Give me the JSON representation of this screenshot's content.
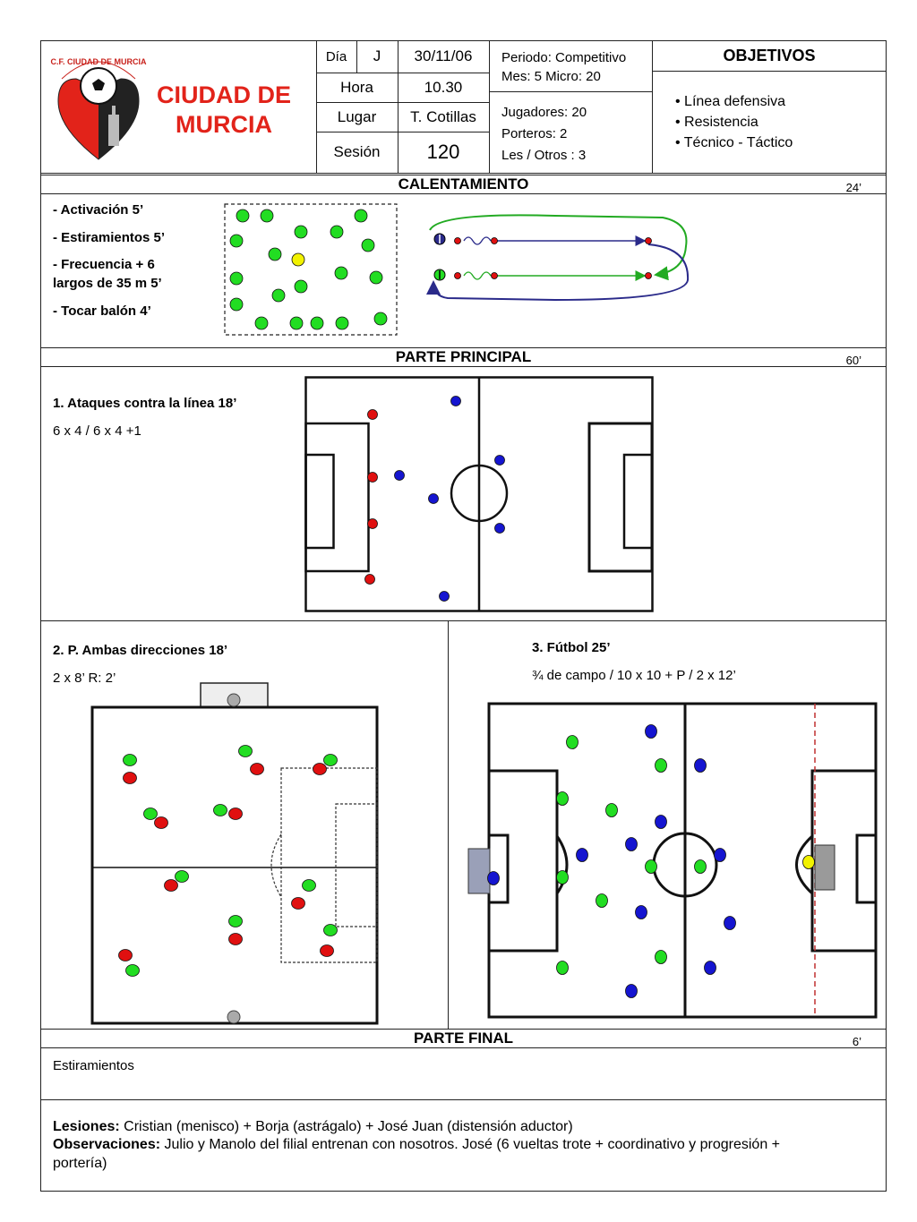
{
  "header": {
    "club_name_line1": "CIUDAD DE",
    "club_name_line2": "MURCIA",
    "crest_text": "C.F. CIUDAD DE MURCIA",
    "dia_label": "Día",
    "dia_value": "J",
    "date": "30/11/06",
    "hora_label": "Hora",
    "hora_value": "10.30",
    "lugar_label": "Lugar",
    "lugar_value": "T. Cotillas",
    "sesion_label": "Sesión",
    "sesion_value": "120",
    "periodo": "Periodo: Competitivo",
    "mes_micro": "Mes: 5 Micro: 20",
    "jugadores": "Jugadores:  20",
    "porteros": "Porteros: 2",
    "les_otros": "Les / Otros : 3",
    "objetivos_title": "OBJETIVOS",
    "objetivos": [
      "Línea defensiva",
      "Resistencia",
      "Técnico - Táctico"
    ]
  },
  "calentamiento": {
    "title": "CALENTAMIENTO",
    "time": "24’",
    "items": [
      "-  Activación  5’",
      "-  Estiramientos  5’",
      "-  Frecuencia + 6",
      "largos de 35 m  5’",
      "- Tocar balón 4’"
    ]
  },
  "principal": {
    "title": "PARTE PRINCIPAL",
    "time": "60’",
    "ex1_title": "1.  Ataques contra la línea 18’",
    "ex1_detail": "6 x 4 / 6 x 4 +1",
    "ex2_title": "2. P. Ambas direcciones 18’",
    "ex2_detail": "2 x 8’    R: 2’",
    "ex3_title": "3. Fútbol  25’",
    "ex3_detail": "¾ de campo / 10 x 10 + P /  2 x 12’"
  },
  "final": {
    "title": "PARTE FINAL",
    "time": "6’",
    "text": "Estiramientos"
  },
  "notes": {
    "lesiones_label": "Lesiones:",
    "lesiones_text": "Cristian (menisco) + Borja (astrágalo) + José Juan (distensión aductor)",
    "obs_label": "Observaciones:",
    "obs_text": "Julio y Manolo del filial entrenan con nosotros. José (6 vueltas trote + coordinativo y progresión +",
    "obs_text2": "portería)"
  },
  "colors": {
    "red": "#e01010",
    "blue": "#1515d0",
    "green": "#22dd22",
    "yellow": "#f2f200",
    "club_red": "#e2231a"
  }
}
